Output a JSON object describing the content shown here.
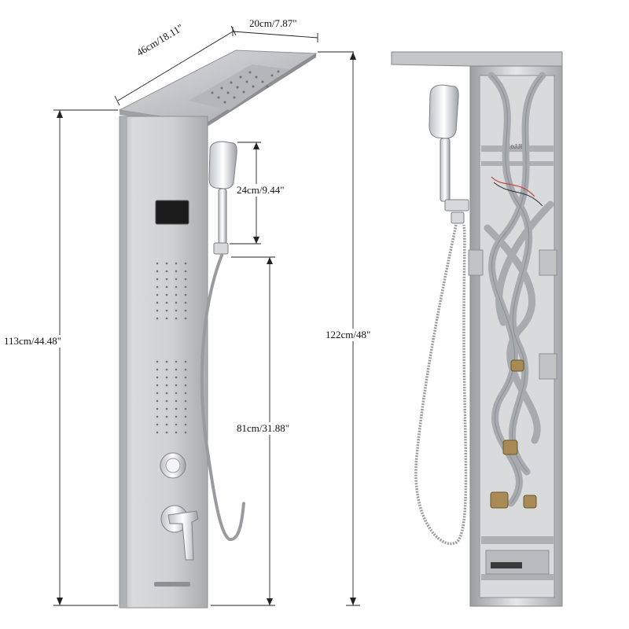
{
  "dimensions": {
    "width_label": "46cm/18.11\"",
    "depth_label": "20cm/7.87\"",
    "handheld_label": "24cm/9.44\"",
    "panel_height_label": "113cm/44.48\"",
    "total_height_label": "122cm/48\"",
    "hose_height_label": "81cm/31.88\""
  },
  "product": {
    "panel_color": "#c9cacc",
    "chrome_color": "#e9eaec",
    "display_color": "#1b1b1b",
    "hose_color": "#9a9b9e",
    "internal_pipe_color": "#a7abb0",
    "brass_color": "#a98a55",
    "back_label": "KoJJEL"
  }
}
